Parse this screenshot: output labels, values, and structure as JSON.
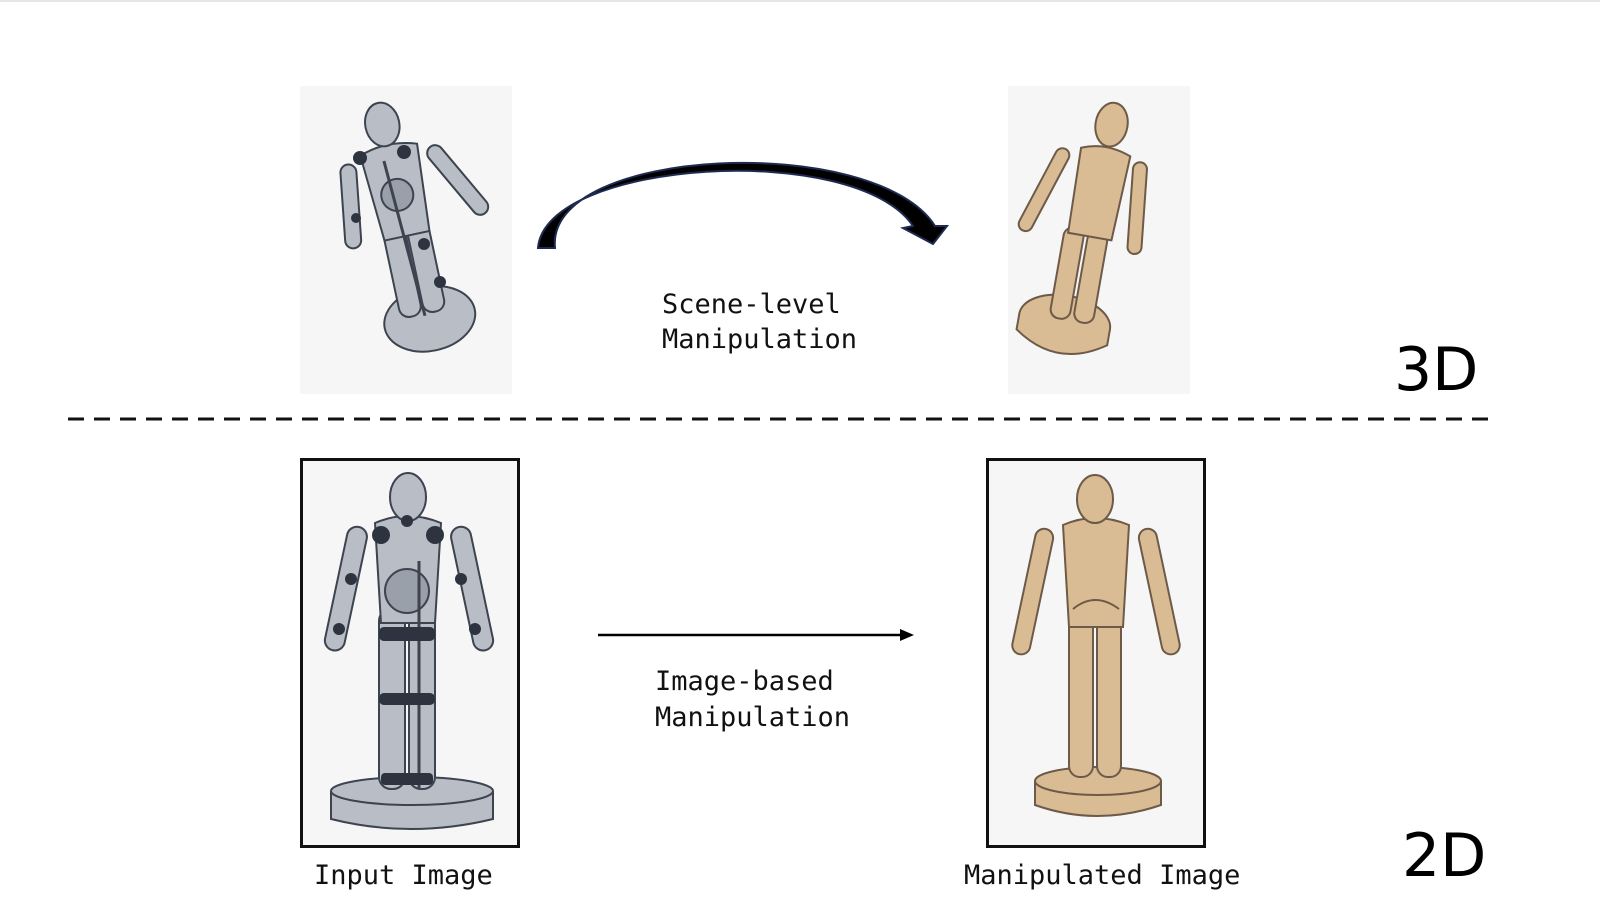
{
  "top": {
    "transition_label_line1": "Scene-level",
    "transition_label_line2": "Manipulation",
    "dimension_label": "3D"
  },
  "bottom": {
    "transition_label_line1": "Image-based",
    "transition_label_line2": "Manipulation",
    "input_caption": "Input Image",
    "output_caption": "Manipulated Image",
    "dimension_label": "2D"
  },
  "colors": {
    "xray_fill": "#b9bec6",
    "xray_stroke": "#3d4450",
    "joint": "#2d3440",
    "wood_fill": "#d9bb94",
    "wood_stroke": "#6d5a48",
    "panel_bg": "#f6f6f6",
    "arrow": "#000000",
    "arrow_outline": "#1e2a50"
  }
}
